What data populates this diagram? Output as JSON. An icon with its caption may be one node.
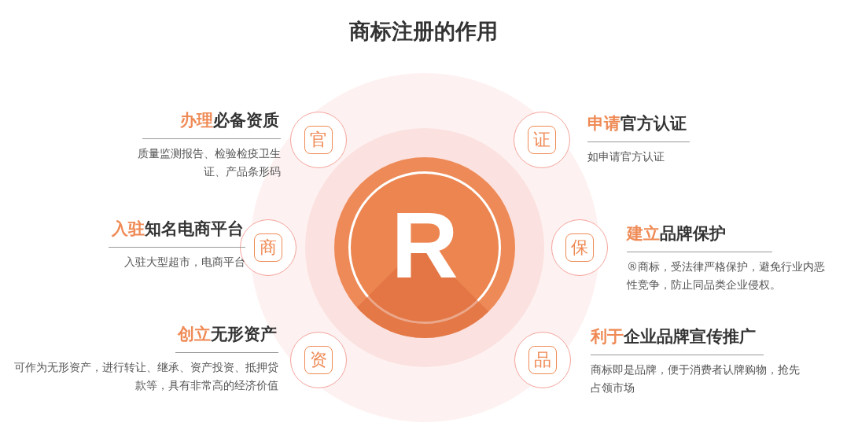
{
  "diagram": {
    "title": "商标注册的作用",
    "nodes": [
      {
        "text": [
          "R"
        ]
      },
      {
        "text": [
          "官",
          "办理",
          "必备资质",
          "质量监测报告、检验检疫卫生证、产品条形码"
        ]
      },
      {
        "text": [
          "证",
          "申请",
          "官方认证",
          "如申请官方认证"
        ]
      },
      {
        "text": [
          "商",
          "入驻",
          "知名电商平台",
          "入驻大型超市，电商平台"
        ]
      },
      {
        "text": [
          "保",
          "建立",
          "品牌保护",
          "®商标，受法律严格保护，避免行业内恶性竞争，防止同品类企业侵权。"
        ]
      },
      {
        "text": [
          "资",
          "创立",
          "无形资产",
          "可作为无形资产，进行转让、继承、资产投资、抵押贷款等，具有非常高的经济价值"
        ]
      },
      {
        "text": [
          "品",
          "利于",
          "企业品牌宣传推广",
          "商标即是品牌，便于消费者认牌购物，抢先占领市场"
        ]
      }
    ],
    "edges": []
  }
}
